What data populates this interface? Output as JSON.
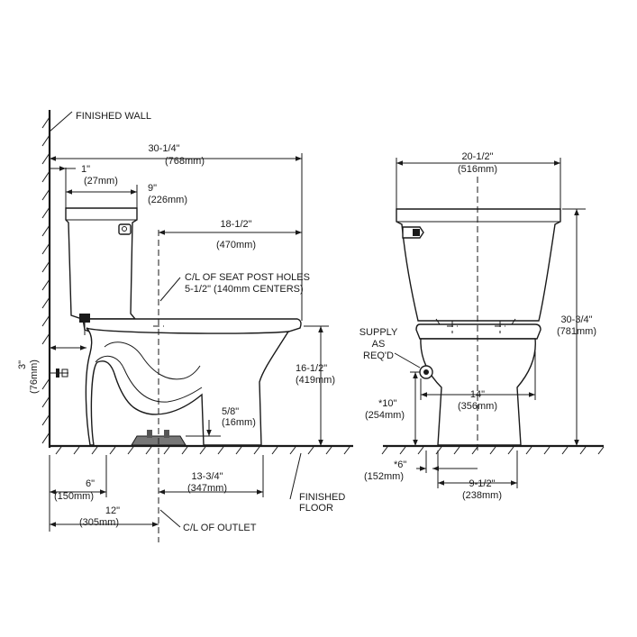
{
  "side_view": {
    "finished_wall": "FINISHED WALL",
    "finished_floor": [
      "FINISHED",
      "FLOOR"
    ],
    "cl_seat_post_holes": [
      "C/L OF SEAT POST HOLES",
      "5-1/2\" (140mm CENTERS)"
    ],
    "cl_outlet": "C/L OF OUTLET",
    "dims": {
      "overall_depth": [
        "30-1/4\"",
        "(768mm)"
      ],
      "wall_to_tank": [
        "1\"",
        "(27mm)"
      ],
      "tank_depth": [
        "9\"",
        "(226mm)"
      ],
      "post_holes_to_front": [
        "18-1/2\"",
        "(470mm)"
      ],
      "supply_height": [
        "3\"",
        "(76mm)"
      ],
      "rim_height": [
        "16-1/2\"",
        "(419mm)"
      ],
      "flange_height": [
        "5/8\"",
        "(16mm)"
      ],
      "wall_to_base": [
        "6\"",
        "(150mm)"
      ],
      "outlet_to_front": [
        "13-3/4\"",
        "(347mm)"
      ],
      "rough_in": [
        "12\"",
        "(305mm)"
      ]
    }
  },
  "front_view": {
    "supply_label": [
      "SUPPLY",
      "AS",
      "REQ'D"
    ],
    "dims": {
      "tank_width": [
        "20-1/2\"",
        "(516mm)"
      ],
      "overall_height": [
        "30-3/4\"",
        "(781mm)"
      ],
      "bowl_width": [
        "14\"",
        "(356mm)"
      ],
      "supply_height": [
        "*10\"",
        "(254mm)"
      ],
      "supply_offset": [
        "*6\"",
        "(152mm)"
      ],
      "base_width": [
        "9-1/2\"",
        "(238mm)"
      ]
    }
  }
}
